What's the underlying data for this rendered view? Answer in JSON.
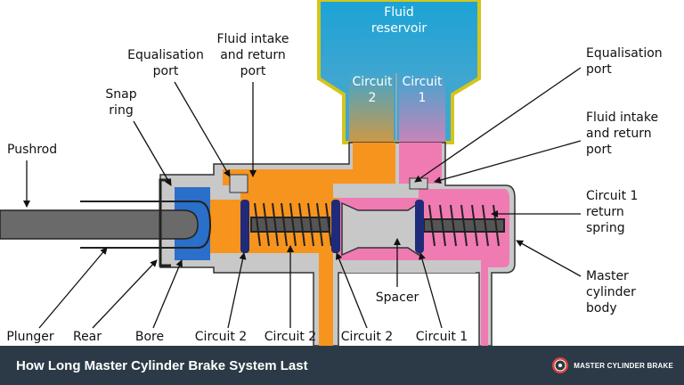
{
  "diagram": {
    "labels": {
      "fluid_reservoir": [
        "Fluid",
        "reservoir"
      ],
      "circuit2_top": [
        "Circuit",
        "2"
      ],
      "circuit1_top": [
        "Circuit",
        "1"
      ],
      "equalisation_left": [
        "Equalisation",
        "port"
      ],
      "fluid_intake_left": [
        "Fluid intake",
        "and return",
        "port"
      ],
      "snap_ring": [
        "Snap",
        "ring"
      ],
      "pushrod": "Pushrod",
      "equalisation_right": [
        "Equalisation",
        "port"
      ],
      "fluid_intake_right": [
        "Fluid intake",
        "and return",
        "port"
      ],
      "circuit1_return_spring": [
        "Circuit 1",
        "return",
        "spring"
      ],
      "master_cylinder_body": [
        "Master",
        "cylinder",
        "body"
      ],
      "spacer": "Spacer",
      "plunger": "Plunger",
      "rear": "Rear",
      "bore": "Bore",
      "circuit2_a": "Circuit 2",
      "circuit2_b": "Circuit 2",
      "circuit2_c": "Circuit 2",
      "circuit1_bottom": "Circuit 1"
    },
    "colors": {
      "reservoir_top": "#1ba3d6",
      "orange": "#f7941d",
      "pink": "#f07ab2",
      "body_gray": "#c8c8c8",
      "seal_blue": "#1f2a7a",
      "rear_blue": "#2a6fc9",
      "outline_yellow": "#d4c51a"
    }
  },
  "footer": {
    "title": "How Long Master Cylinder Brake System Last",
    "brand": "MASTER CYLINDER BRAKE",
    "brand_icon": "brake-disc-icon"
  }
}
